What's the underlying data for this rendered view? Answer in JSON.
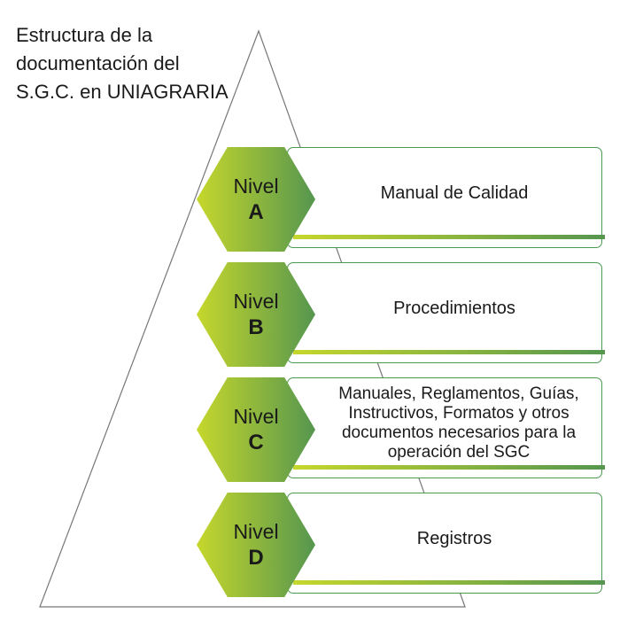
{
  "title_lines": [
    "Estructura de la",
    "documentación del",
    "S.G.C. en UNIAGRARIA"
  ],
  "levels": [
    {
      "word": "Nivel",
      "letter": "A",
      "text": "Manual de Calidad"
    },
    {
      "word": "Nivel",
      "letter": "B",
      "text": "Procedimientos"
    },
    {
      "word": "Nivel",
      "letter": "C",
      "text": "Manuales, Reglamentos, Guías, Instructivos, Formatos y otros documentos necesarios para la operación del SGC"
    },
    {
      "word": "Nivel",
      "letter": "D",
      "text": "Registros"
    }
  ],
  "colors": {
    "gradient_start": "#c6d72c",
    "gradient_end": "#55964f",
    "border": "#4a9a52"
  }
}
